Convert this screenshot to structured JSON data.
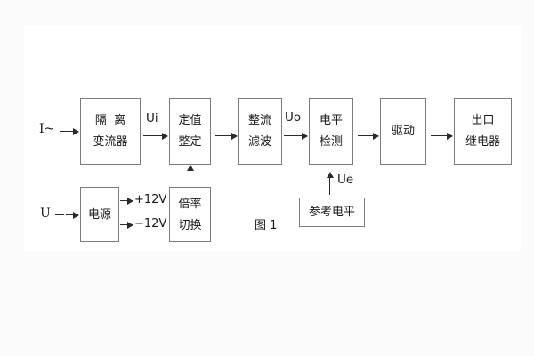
{
  "figure": {
    "caption": "图 1",
    "colors": {
      "block_border": "#7c7c7c",
      "connector": "#2b2b2b",
      "text": "#1a1a1a",
      "paper": "#ffffff",
      "background": "#fbfbfc"
    }
  },
  "inputs": {
    "current": "I~",
    "voltage": "U"
  },
  "blocks": {
    "isolation_ct": {
      "line1": "隔  离",
      "line2": "变流器"
    },
    "setting": {
      "line1": "定值",
      "line2": "整定"
    },
    "rectify_filter": {
      "line1": "整流",
      "line2": "滤波"
    },
    "level_detect": {
      "line1": "电平",
      "line2": "检测"
    },
    "drive": {
      "line1": "驱动"
    },
    "output_relay": {
      "line1": "出口",
      "line2": "继电器"
    },
    "power_supply": {
      "line1": "电源"
    },
    "multiplier_switch": {
      "line1": "倍率",
      "line2": "切换"
    },
    "reference_level": {
      "line1": "参考电平"
    }
  },
  "signals": {
    "ui": "Ui",
    "uo": "Uo",
    "ue": "Ue",
    "rail_positive": "+12V",
    "rail_negative": "−12V"
  }
}
